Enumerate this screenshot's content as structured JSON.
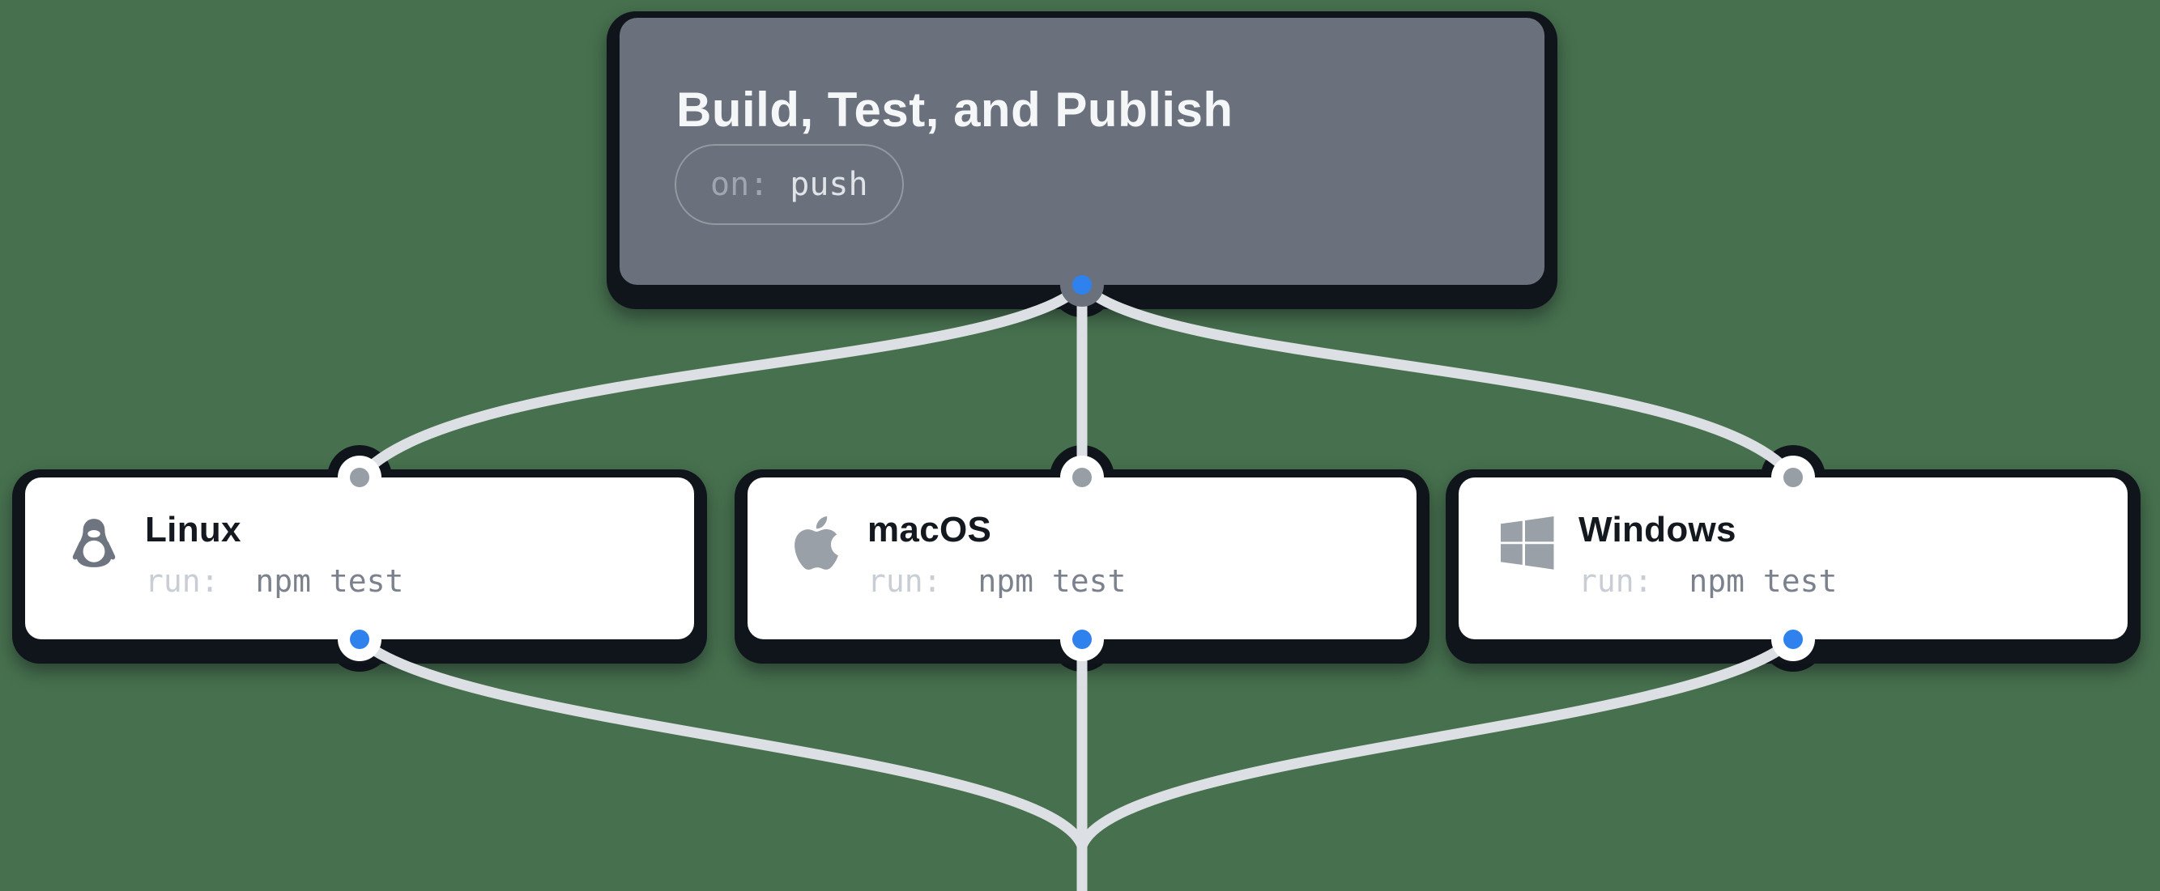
{
  "colors": {
    "bg": "#47714e",
    "node_shadow": "#10151c",
    "trigger_fill": "#6a717d",
    "job_fill": "#ffffff",
    "edge": "#dcdfe3",
    "dot_blue": "#2f81ed",
    "dot_gray": "#989ea6",
    "trigger_title": "#f5f6f8",
    "job_title": "#14181f",
    "run_key": "#c9ced5",
    "run_value": "#7b828e",
    "badge_key": "#a0a6b0",
    "badge_value": "#e0e3e7",
    "badge_border": "rgba(255,255,255,0.28)",
    "icon_gray": "#9aa0a8",
    "tux_gray": "#6e7580"
  },
  "trigger": {
    "title": "Build, Test, and Publish",
    "badge_key": "on:",
    "badge_value": "push"
  },
  "jobs": [
    {
      "title": "Linux",
      "icon": "linux-tux-icon",
      "run_key": "run:",
      "run_value": "npm test"
    },
    {
      "title": "macOS",
      "icon": "apple-icon",
      "run_key": "run:",
      "run_value": "npm test"
    },
    {
      "title": "Windows",
      "icon": "windows-icon",
      "run_key": "run:",
      "run_value": "npm test"
    }
  ]
}
